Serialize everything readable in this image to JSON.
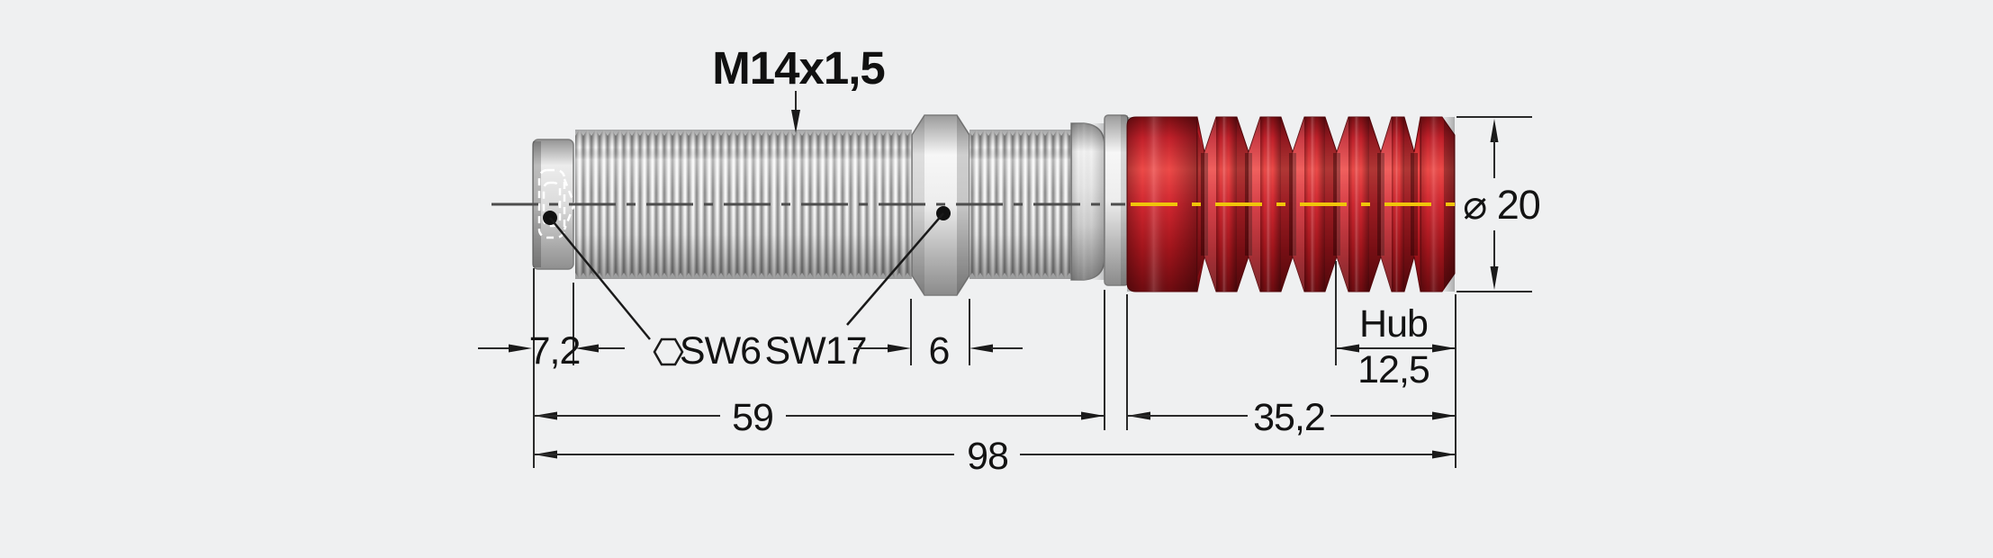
{
  "drawing": {
    "thread_label": "M14x1,5",
    "dims": {
      "cap_length": "7,2",
      "socket": "SW6",
      "wrench": "SW17",
      "nut_width": "6",
      "body_length": "59",
      "rear_length": "35,2",
      "total_length": "98",
      "diameter": "⌀ 20",
      "stroke_label": "Hub",
      "stroke_value": "12,5"
    },
    "colors": {
      "bellows_red": "#c8202a",
      "centerline_yellow": "#f0c50a",
      "centerline_gray": "#4d4d4d",
      "dimension_line": "#2a2a2a",
      "background": "#eff0f1"
    }
  }
}
